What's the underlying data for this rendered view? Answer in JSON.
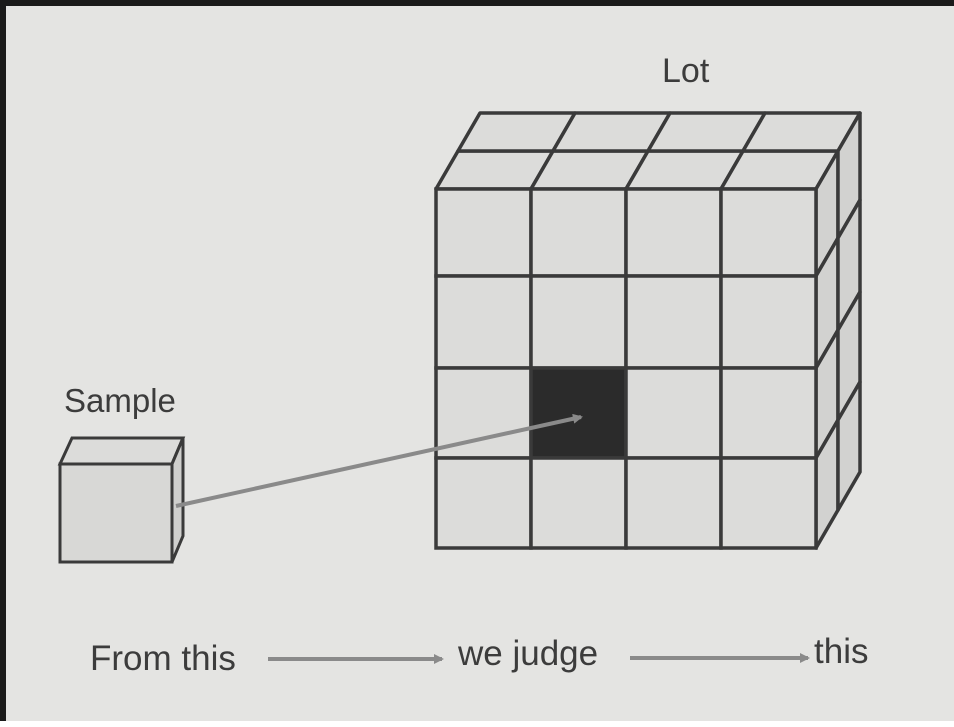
{
  "diagram": {
    "lot_label": "Lot",
    "sample_label": "Sample",
    "caption": {
      "part1": "From this",
      "part2": "we judge",
      "part3": "this"
    }
  },
  "colors": {
    "background": "#e4e4e2",
    "cell_fill": "#dcdcda",
    "cell_stroke": "#3a3a3a",
    "highlight_cell": "#2b2b2b",
    "arrow": "#8a8a8a"
  }
}
